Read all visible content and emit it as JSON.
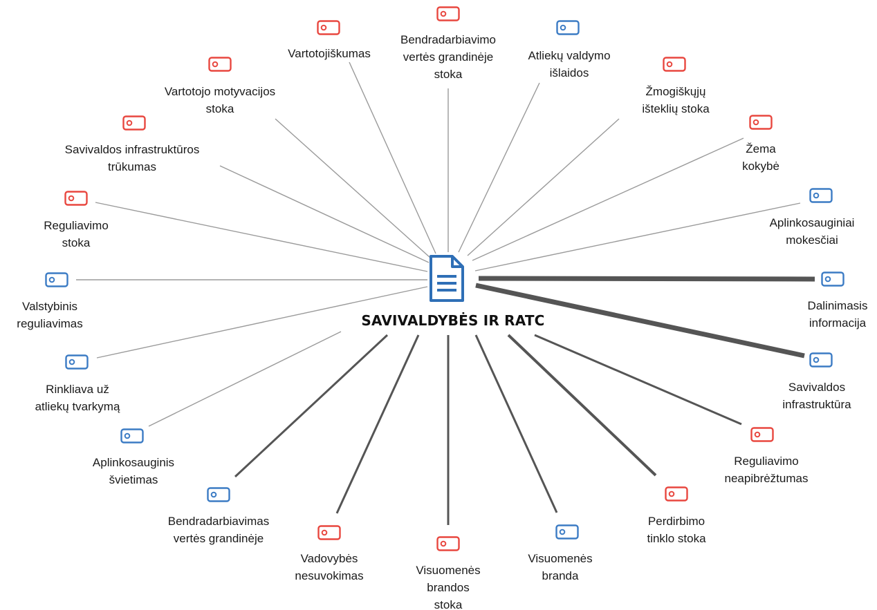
{
  "hub": {
    "title": "SAVIVALDYBĖS IR RATC",
    "icon": "document-icon",
    "icon_color": "#2f6fb6"
  },
  "colors": {
    "negative_code": "#e8473f",
    "positive_code": "#3b7bc4",
    "edge": "#9a9a9a",
    "edge_strong": "#555555"
  },
  "nodes": [
    {
      "id": "bendradarbiavimo-stoka",
      "label": "Bendradarbiavimo\nvertės grandinėje\nstoka",
      "polarity": "negative",
      "strength": 1
    },
    {
      "id": "atlieku-valdymo-islaidos",
      "label": "Atliekų valdymo\nišlaidos",
      "polarity": "positive",
      "strength": 1
    },
    {
      "id": "zmogiskuju-istekliu-stoka",
      "label": "Žmogiškųjų\ništeklių stoka",
      "polarity": "negative",
      "strength": 1
    },
    {
      "id": "zema-kokybe",
      "label": "Žema\nkokybė",
      "polarity": "negative",
      "strength": 1
    },
    {
      "id": "aplinkosauginiai-mokesciai",
      "label": "Aplinkosauginiai\nmokesčiai",
      "polarity": "positive",
      "strength": 1
    },
    {
      "id": "dalinimasis-informacija",
      "label": "Dalinimasis\ninformacija",
      "polarity": "positive",
      "strength": 4
    },
    {
      "id": "savivaldos-infrastruktura",
      "label": "Savivaldos\ninfrastruktūra",
      "polarity": "positive",
      "strength": 4
    },
    {
      "id": "reguliavimo-neapibreztumas",
      "label": "Reguliavimo\nneapibrėžtumas",
      "polarity": "negative",
      "strength": 2
    },
    {
      "id": "perdirbimo-tinklo-stoka",
      "label": "Perdirbimo\ntinklo stoka",
      "polarity": "negative",
      "strength": 3
    },
    {
      "id": "visuomenes-branda",
      "label": "Visuomenės\nbranda",
      "polarity": "positive",
      "strength": 2
    },
    {
      "id": "visuomenes-brandos-stoka",
      "label": "Visuomenės\nbrandos\nstoka",
      "polarity": "negative",
      "strength": 2
    },
    {
      "id": "vadovybes-nesuvokimas",
      "label": "Vadovybės\nnesuvokimas",
      "polarity": "negative",
      "strength": 2
    },
    {
      "id": "bendradarbiavimas",
      "label": "Bendradarbiavimas\nvertės grandinėje",
      "polarity": "positive",
      "strength": 2
    },
    {
      "id": "aplinkosauginis-svietimas",
      "label": "Aplinkosauginis\nšvietimas",
      "polarity": "positive",
      "strength": 1
    },
    {
      "id": "rinkliava",
      "label": "Rinkliava už\natliekų tvarkymą",
      "polarity": "positive",
      "strength": 1
    },
    {
      "id": "valstybinis-reguliavimas",
      "label": "Valstybinis\nreguliavimas",
      "polarity": "positive",
      "strength": 1
    },
    {
      "id": "reguliavimo-stoka",
      "label": "Reguliavimo\nstoka",
      "polarity": "negative",
      "strength": 1
    },
    {
      "id": "savivaldos-infrastrukturos-trukumas",
      "label": "Savivaldos infrastruktūros\ntrūkumas",
      "polarity": "negative",
      "strength": 1
    },
    {
      "id": "vartotojo-motyvacijos-stoka",
      "label": "Vartotojo motyvacijos\nstoka",
      "polarity": "negative",
      "strength": 1
    },
    {
      "id": "vartotojiskumas",
      "label": "Vartotojiškumas",
      "polarity": "negative",
      "strength": 1
    }
  ]
}
